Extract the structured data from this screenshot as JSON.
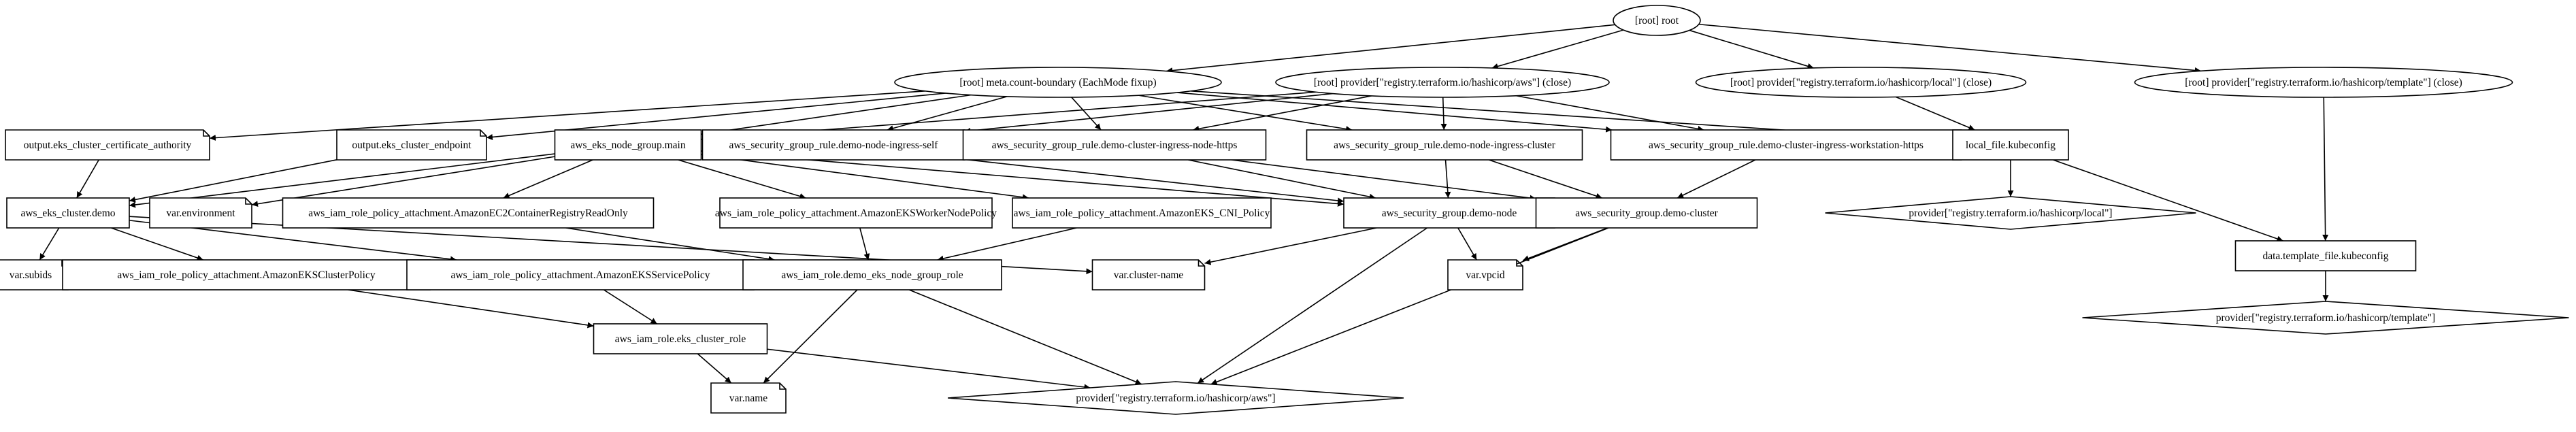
{
  "graph": {
    "nodes": {
      "root": "[root] root",
      "meta": "[root] meta.count-boundary (EachMode fixup)",
      "paws": "[root] provider[\"registry.terraform.io/hashicorp/aws\"] (close)",
      "plocal": "[root] provider[\"registry.terraform.io/hashicorp/local\"] (close)",
      "ptemplate": "[root] provider[\"registry.terraform.io/hashicorp/template\"] (close)",
      "out_ca": "output.eks_cluster_certificate_authority",
      "out_ep": "output.eks_cluster_endpoint",
      "ng": "aws_eks_node_group.main",
      "sgr_self": "aws_security_group_rule.demo-node-ingress-self",
      "sgr_https": "aws_security_group_rule.demo-cluster-ingress-node-https",
      "sgr_cluster": "aws_security_group_rule.demo-node-ingress-cluster",
      "sgr_ws": "aws_security_group_rule.demo-cluster-ingress-workstation-https",
      "lf": "local_file.kubeconfig",
      "eks": "aws_eks_cluster.demo",
      "venv": "var.environment",
      "pol_ecr": "aws_iam_role_policy_attachment.AmazonEC2ContainerRegistryReadOnly",
      "pol_worker": "aws_iam_role_policy_attachment.AmazonEKSWorkerNodePolicy",
      "pol_cni": "aws_iam_role_policy_attachment.AmazonEKS_CNI_Policy",
      "sg_node": "aws_security_group.demo-node",
      "sg_cluster": "aws_security_group.demo-cluster",
      "plocal_prov": "provider[\"registry.terraform.io/hashicorp/local\"]",
      "tpl": "data.template_file.kubeconfig",
      "vsub": "var.subids",
      "pol_cpol": "aws_iam_role_policy_attachment.AmazonEKSClusterPolicy",
      "pol_spol": "aws_iam_role_policy_attachment.AmazonEKSServicePolicy",
      "role_ng": "aws_iam_role.demo_eks_node_group_role",
      "vcn": "var.cluster-name",
      "vvpc": "var.vpcid",
      "ptpl_prov": "provider[\"registry.terraform.io/hashicorp/template\"]",
      "role_cl": "aws_iam_role.eks_cluster_role",
      "vname": "var.name",
      "paws_prov": "provider[\"registry.terraform.io/hashicorp/aws\"]"
    }
  }
}
